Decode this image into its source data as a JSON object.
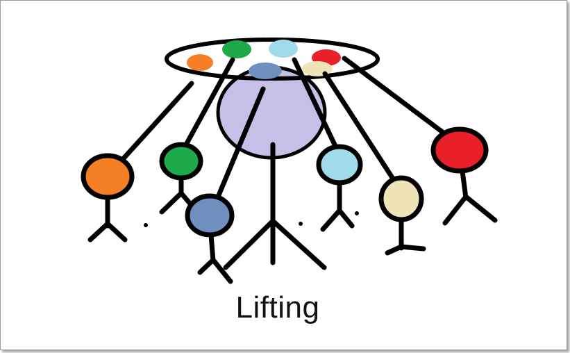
{
  "caption": "Lifting",
  "colors": {
    "stroke": "#000000",
    "orange": "#f57f24",
    "green": "#1ea94a",
    "light-blue": "#9fdbea",
    "red": "#e8202a",
    "cream": "#efe3b8",
    "steel-blue": "#6f8fbf",
    "lavender": "#c4c0e6"
  },
  "figures": [
    {
      "name": "orange-figure",
      "color": "orange"
    },
    {
      "name": "green-figure",
      "color": "green"
    },
    {
      "name": "steel-blue-figure",
      "color": "steel-blue"
    },
    {
      "name": "lavender-figure",
      "color": "lavender"
    },
    {
      "name": "light-blue-figure",
      "color": "light-blue"
    },
    {
      "name": "cream-figure",
      "color": "cream"
    },
    {
      "name": "red-figure",
      "color": "red"
    }
  ]
}
